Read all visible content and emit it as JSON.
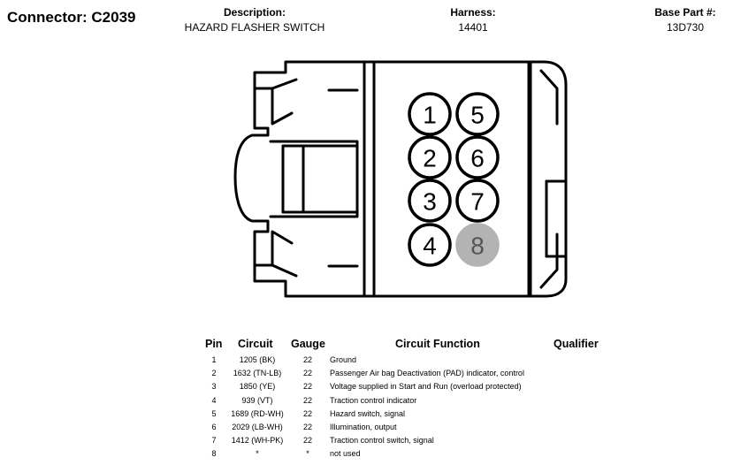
{
  "connector": {
    "label": "Connector:",
    "id": "C2039"
  },
  "description": {
    "label": "Description:",
    "value": "HAZARD FLASHER SWITCH"
  },
  "harness": {
    "label": "Harness:",
    "value": "14401"
  },
  "base_part": {
    "label": "Base Part #:",
    "value": "13D730"
  },
  "pins_diagram": [
    {
      "num": "1",
      "used": true
    },
    {
      "num": "5",
      "used": true
    },
    {
      "num": "2",
      "used": true
    },
    {
      "num": "6",
      "used": true
    },
    {
      "num": "3",
      "used": true
    },
    {
      "num": "7",
      "used": true
    },
    {
      "num": "4",
      "used": true
    },
    {
      "num": "8",
      "used": false
    }
  ],
  "table": {
    "headers": {
      "pin": "Pin",
      "circuit": "Circuit",
      "gauge": "Gauge",
      "function": "Circuit Function",
      "qualifier": "Qualifier"
    },
    "rows": [
      {
        "pin": "1",
        "circuit": "1205 (BK)",
        "gauge": "22",
        "function": "Ground"
      },
      {
        "pin": "2",
        "circuit": "1632 (TN-LB)",
        "gauge": "22",
        "function": "Passenger Air bag Deactivation (PAD) indicator, control"
      },
      {
        "pin": "3",
        "circuit": "1850 (YE)",
        "gauge": "22",
        "function": "Voltage supplied in Start and Run (overload protected)"
      },
      {
        "pin": "4",
        "circuit": "939 (VT)",
        "gauge": "22",
        "function": "Traction control indicator"
      },
      {
        "pin": "5",
        "circuit": "1689 (RD-WH)",
        "gauge": "22",
        "function": "Hazard switch, signal"
      },
      {
        "pin": "6",
        "circuit": "2029 (LB-WH)",
        "gauge": "22",
        "function": "Illumination, output"
      },
      {
        "pin": "7",
        "circuit": "1412 (WH-PK)",
        "gauge": "22",
        "function": "Traction control switch, signal"
      },
      {
        "pin": "8",
        "circuit": "*",
        "gauge": "*",
        "function": "not used"
      }
    ]
  }
}
